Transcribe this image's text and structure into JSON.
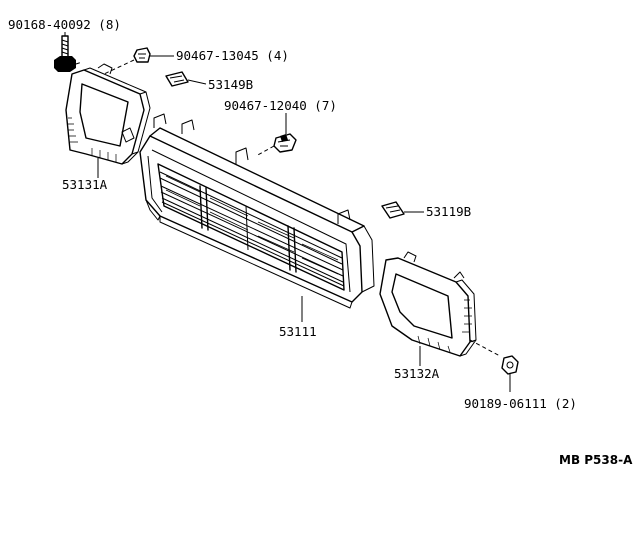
{
  "labels": {
    "bolt_top_left": "90168-40092 (8)",
    "clip_top": "90467-13045 (4)",
    "bracket_53149b": "53149B",
    "clip_center": "90467-12040 (7)",
    "frame_left": "53131A",
    "bracket_53119b": "53119B",
    "grille": "53111",
    "frame_right": "53132A",
    "nut_bottom_right": "90189-06111 (2)"
  },
  "figure_code": "MB P538-A"
}
